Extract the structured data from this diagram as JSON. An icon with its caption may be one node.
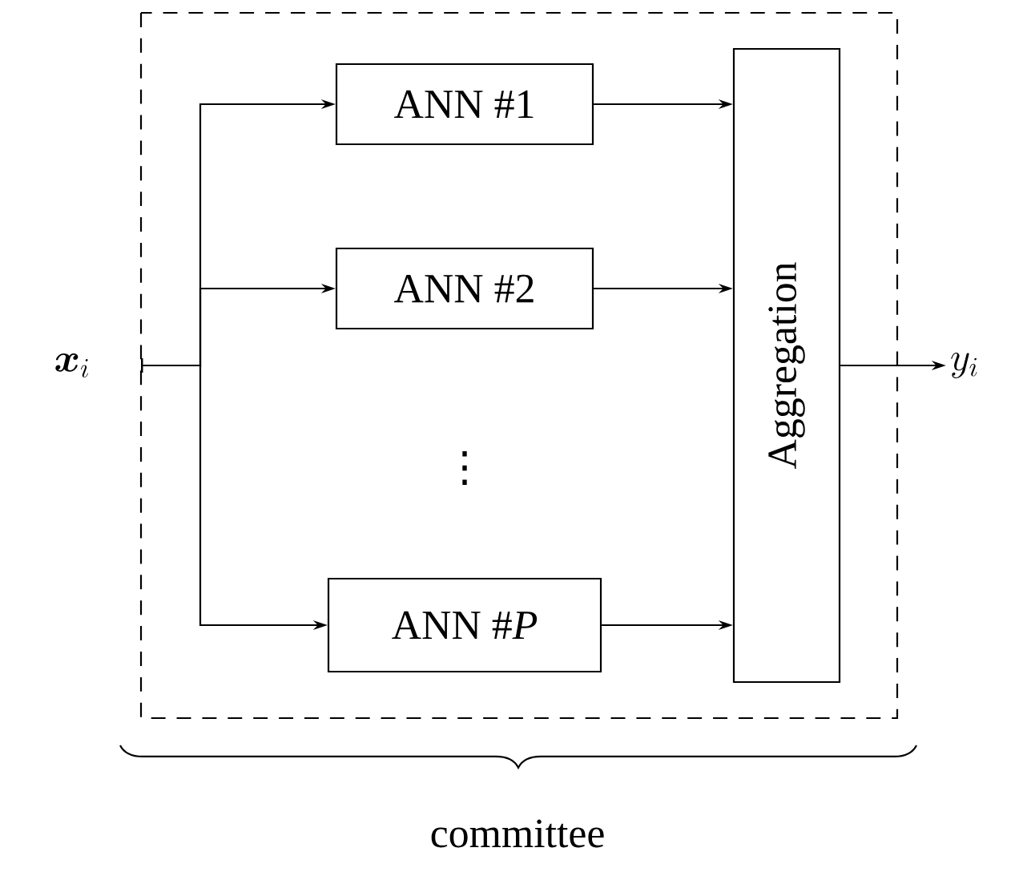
{
  "diagram": {
    "nodes": [
      {
        "text": [
          "committee"
        ]
      },
      {
        "text": [
          "\\boldsymbol{x}_i"
        ]
      },
      {
        "text": [
          "ANN #1"
        ],
        "in": 0
      },
      {
        "text": [
          "ANN #2"
        ],
        "in": 0
      },
      {
        "text": [
          "ANN #*P*"
        ],
        "in": 0
      },
      {
        "text": [
          "Aggregation"
        ],
        "in": 0
      },
      {
        "text": [
          "y_i"
        ]
      }
    ],
    "edges": [
      {
        "from": 1,
        "to": 2,
        "arrow": "to"
      },
      {
        "from": 1,
        "to": 3,
        "arrow": "to"
      },
      {
        "from": 1,
        "to": 4,
        "arrow": "to"
      },
      {
        "from": 2,
        "to": 5,
        "arrow": "to"
      },
      {
        "from": 3,
        "to": 5,
        "arrow": "to"
      },
      {
        "from": 4,
        "to": 5,
        "arrow": "to"
      },
      {
        "from": 5,
        "to": 6,
        "arrow": "to"
      }
    ],
    "labels": [
      "⋮"
    ]
  }
}
